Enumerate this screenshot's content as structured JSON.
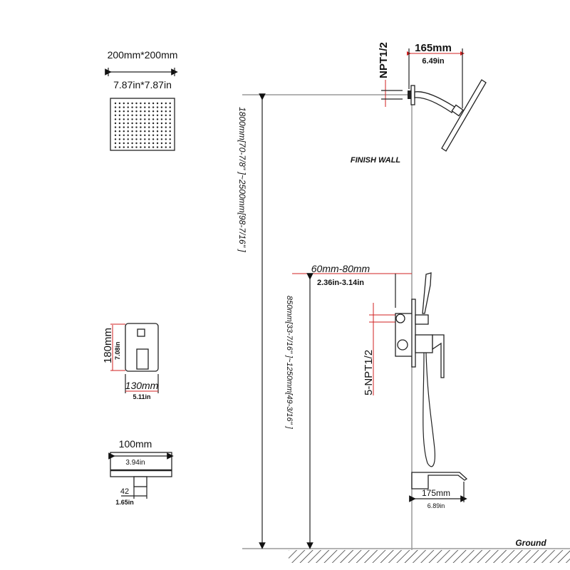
{
  "shower_head_top": {
    "size_mm": "200mm*200mm",
    "size_in": "7.87in*7.87in"
  },
  "height_head": {
    "label": "1800mm[70-7/8\" ]~2500mm[98-7/16\" ]"
  },
  "head_inlet": {
    "label": "NPT1/2"
  },
  "arm_projection": {
    "mm": "165mm",
    "in": "6.49in"
  },
  "wall_label": "FINISH WALL",
  "valve_depth": {
    "mm": "60mm-80mm",
    "in": "2.36in-3.14in"
  },
  "height_valve": {
    "label": "850mm[33-7/16\" ]~1250mm[49-3/16\" ]"
  },
  "valve_inlets": {
    "label": "5-NPT1/2"
  },
  "trim_plate": {
    "height_mm": "180mm",
    "height_in": "7.08in",
    "width_mm": "130mm",
    "width_in": "5.11in"
  },
  "spout_top": {
    "width_mm": "100mm",
    "width_in": "3.94in",
    "outlet_mm": "42",
    "outlet_in": "1.65in"
  },
  "spout_side": {
    "mm": "175mm",
    "in": "6.89in"
  },
  "ground_label": "Ground",
  "colors": {
    "dimension_red": "#d02020",
    "line": "#222222",
    "reference": "#9a9a9a"
  }
}
